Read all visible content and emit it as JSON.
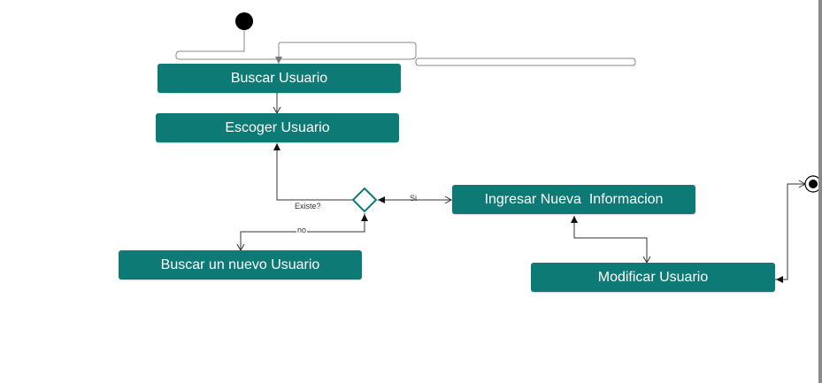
{
  "colors": {
    "node_fill": "#0e7a76",
    "node_text": "#ffffff",
    "edge": "#333333",
    "decision_stroke": "#0e7a76",
    "start": "#000000"
  },
  "nodes": {
    "buscar_usuario": "Buscar Usuario",
    "escoger_usuario": "Escoger Usuario",
    "buscar_nuevo_usuario": "Buscar un nuevo Usuario",
    "ingresar_nueva_informacion": "Ingresar Nueva  Informacion",
    "modificar_usuario": "Modificar Usuario"
  },
  "decision": {
    "question": "Existe?",
    "yes_label": "Si",
    "no_label": "no"
  }
}
